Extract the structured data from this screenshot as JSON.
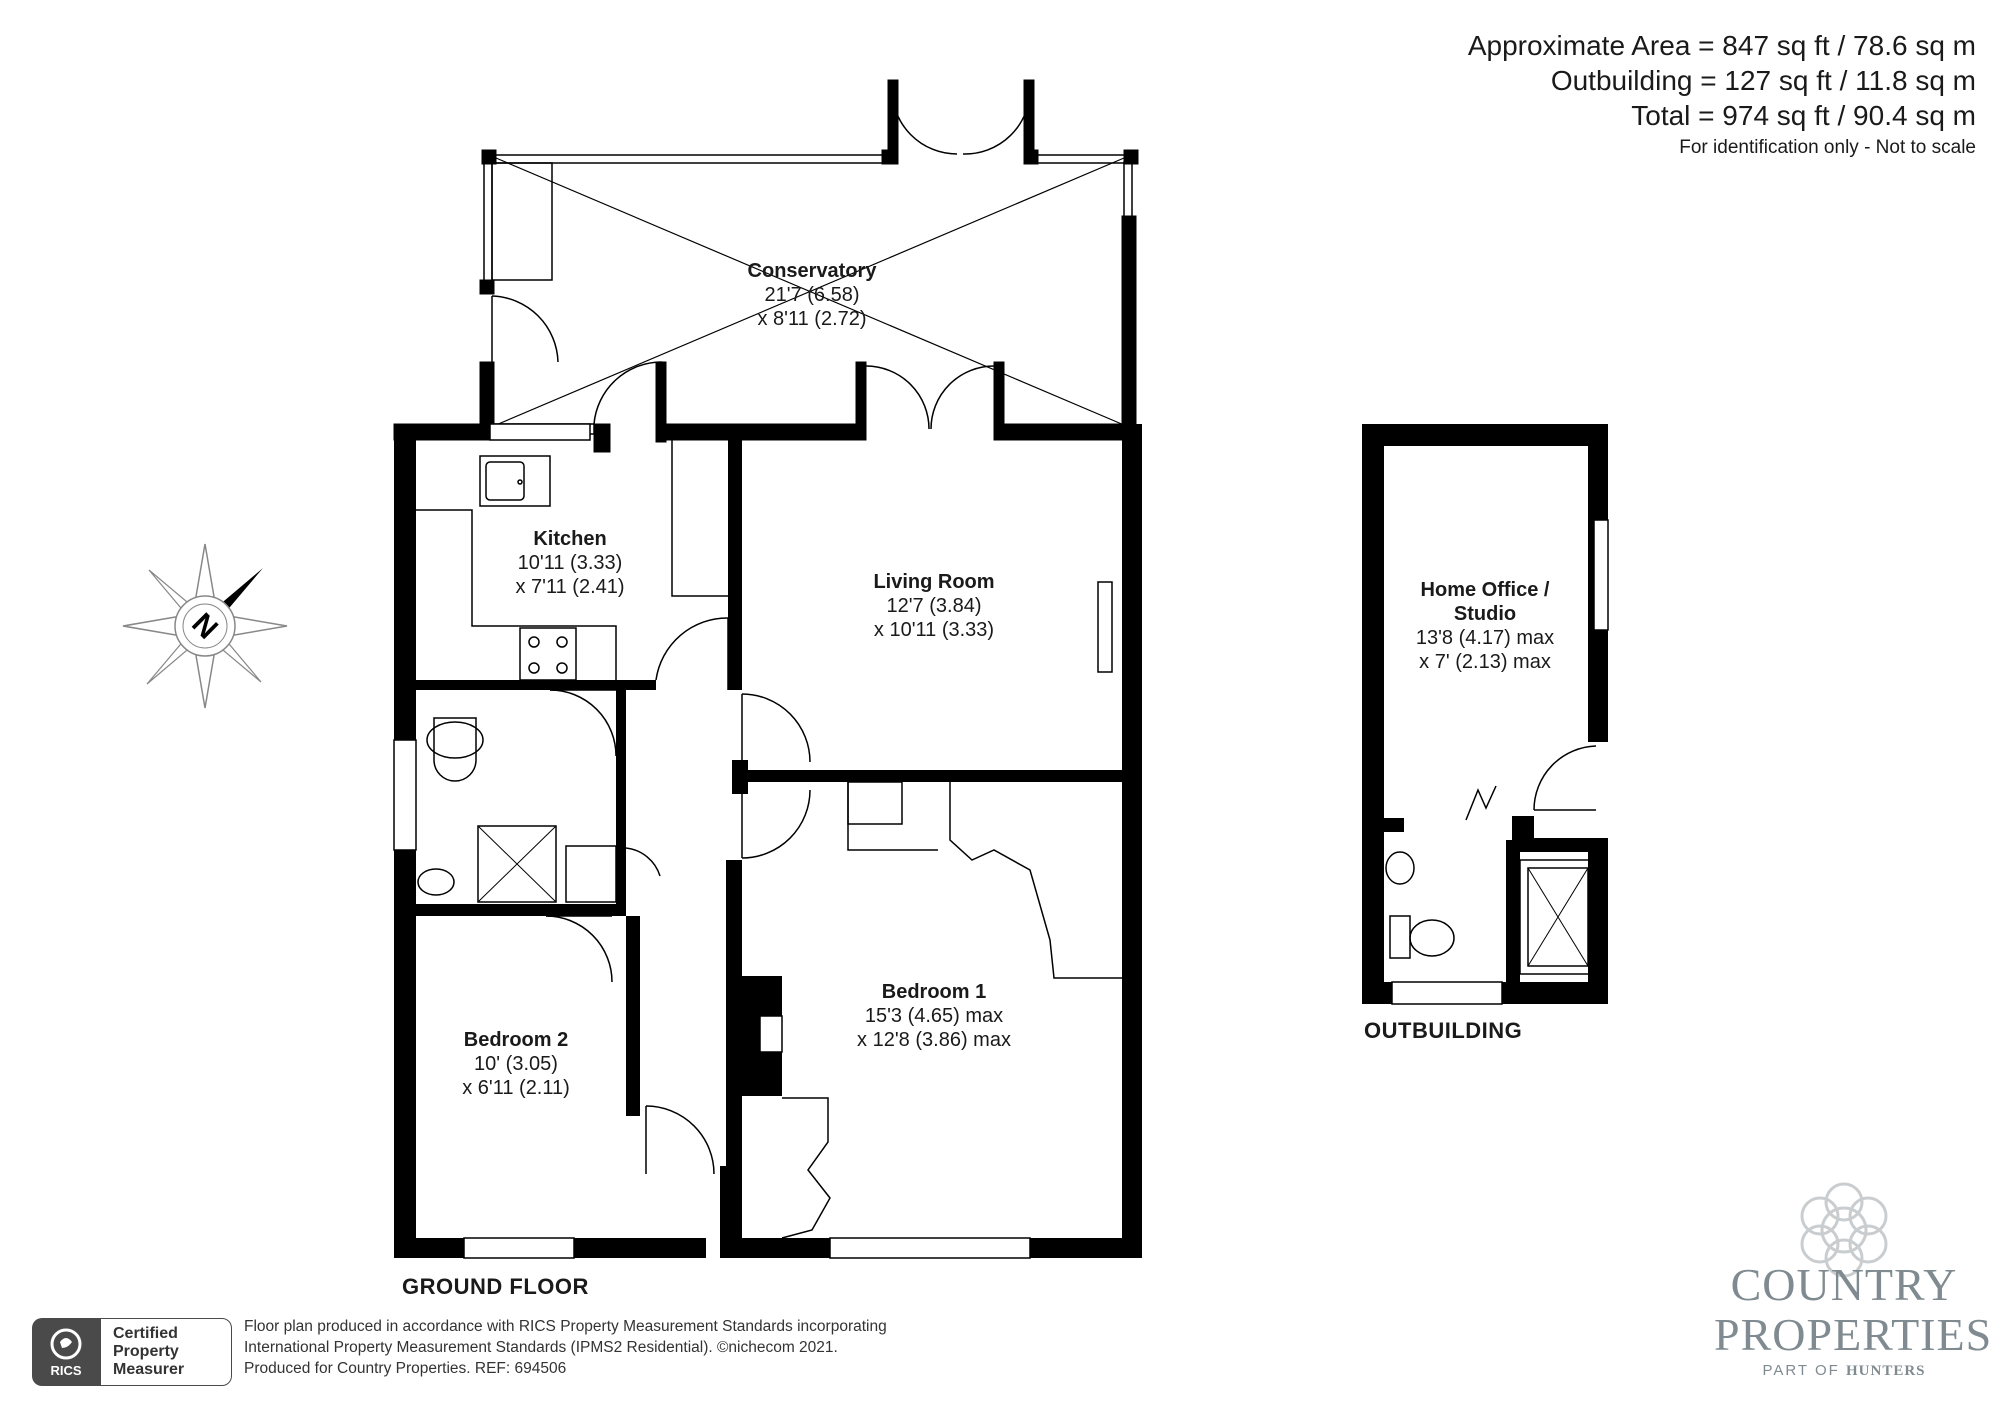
{
  "areas": {
    "approximate": "Approximate Area = 847 sq ft / 78.6 sq m",
    "outbuilding": "Outbuilding = 127 sq ft / 11.8 sq m",
    "total": "Total = 974 sq ft / 90.4 sq m",
    "note": "For identification only - Not to scale"
  },
  "rooms": {
    "conservatory": {
      "name": "Conservatory",
      "dim1": "21'7 (6.58)",
      "dim2": "x 8'11 (2.72)"
    },
    "kitchen": {
      "name": "Kitchen",
      "dim1": "10'11 (3.33)",
      "dim2": "x 7'11 (2.41)"
    },
    "living_room": {
      "name": "Living Room",
      "dim1": "12'7 (3.84)",
      "dim2": "x 10'11 (3.33)"
    },
    "bedroom1": {
      "name": "Bedroom 1",
      "dim1": "15'3 (4.65) max",
      "dim2": "x 12'8 (3.86) max"
    },
    "bedroom2": {
      "name": "Bedroom 2",
      "dim1": "10' (3.05)",
      "dim2": "x 6'11 (2.11)"
    },
    "home_office": {
      "name1": "Home Office /",
      "name2": "Studio",
      "dim1": "13'8 (4.17) max",
      "dim2": "x 7' (2.13) max"
    }
  },
  "floors": {
    "ground": "GROUND FLOOR",
    "outbuilding": "OUTBUILDING"
  },
  "compass": {
    "label": "N"
  },
  "footer": {
    "line1": "Floor plan produced in accordance with RICS Property Measurement Standards incorporating",
    "line2": "International Property Measurement Standards (IPMS2 Residential).   ©nichecom 2021.",
    "line3": "Produced for Country Properties.   REF: 694506"
  },
  "rics_badge": {
    "org": "RICS",
    "line1": "Certified",
    "line2": "Property",
    "line3": "Measurer"
  },
  "brand": {
    "line1": "COUNTRY",
    "line2": "PROPERTIES",
    "line3_prefix": "PART OF",
    "line3_name": "HUNTERS"
  },
  "colors": {
    "wall": "#000000",
    "brand": "#7f8b90"
  }
}
